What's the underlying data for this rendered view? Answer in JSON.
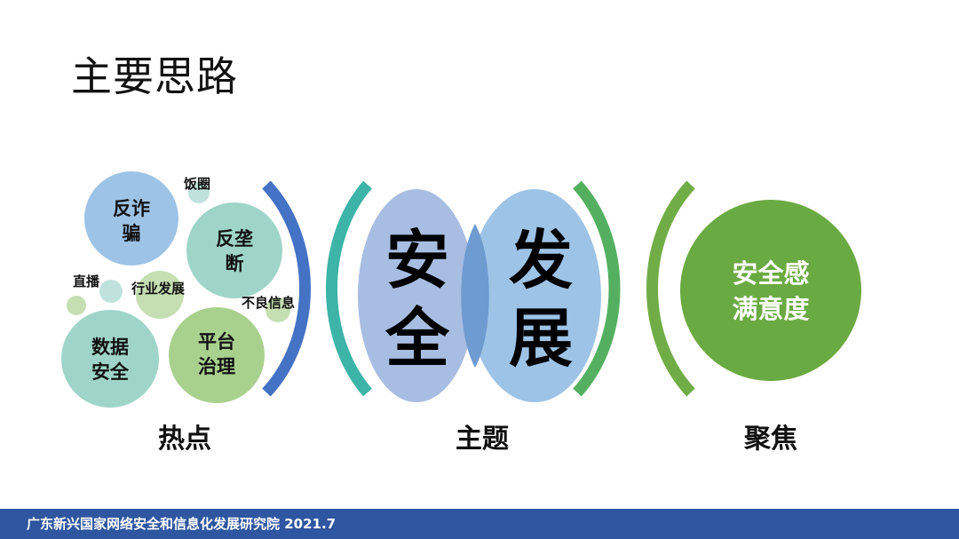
{
  "slide": {
    "title": "主要思路"
  },
  "hotspots": {
    "caption": "热点",
    "bubbles": {
      "anti_fraud": [
        "反诈",
        "骗"
      ],
      "fan_circle": [
        "饭圈"
      ],
      "anti_monopoly": [
        "反垄",
        "断"
      ],
      "livestream": [
        "直播"
      ],
      "industry_dev": [
        "行业发展"
      ],
      "bad_info": [
        "不良信息"
      ],
      "data_security": [
        "数据",
        "安全"
      ],
      "platform_gov": [
        "平台",
        "治理"
      ]
    }
  },
  "theme": {
    "caption": "主题",
    "left_circle": [
      "安",
      "全"
    ],
    "right_circle": [
      "发",
      "展"
    ]
  },
  "focus": {
    "caption": "聚焦",
    "circle": [
      "安全感",
      "满意度"
    ]
  },
  "footer": {
    "text": "广东新兴国家网络安全和信息化发展研究院 2021.7"
  },
  "colors": {
    "bubble_blue": "#9dc3e6",
    "bubble_green": "#a9d18e",
    "bubble_teal": "#9fd5c8",
    "bracket_navy": "#4472c4",
    "bracket_teal": "#3cb4a8",
    "bracket_green": "#54b060",
    "bracket_olive": "#70ad47",
    "theme_left": "#a8bde2",
    "theme_right": "#9dc3e6",
    "theme_overlap": "#6e9bd0",
    "focus_circle": "#6aaa42",
    "footer_bg": "#2f56a0"
  }
}
